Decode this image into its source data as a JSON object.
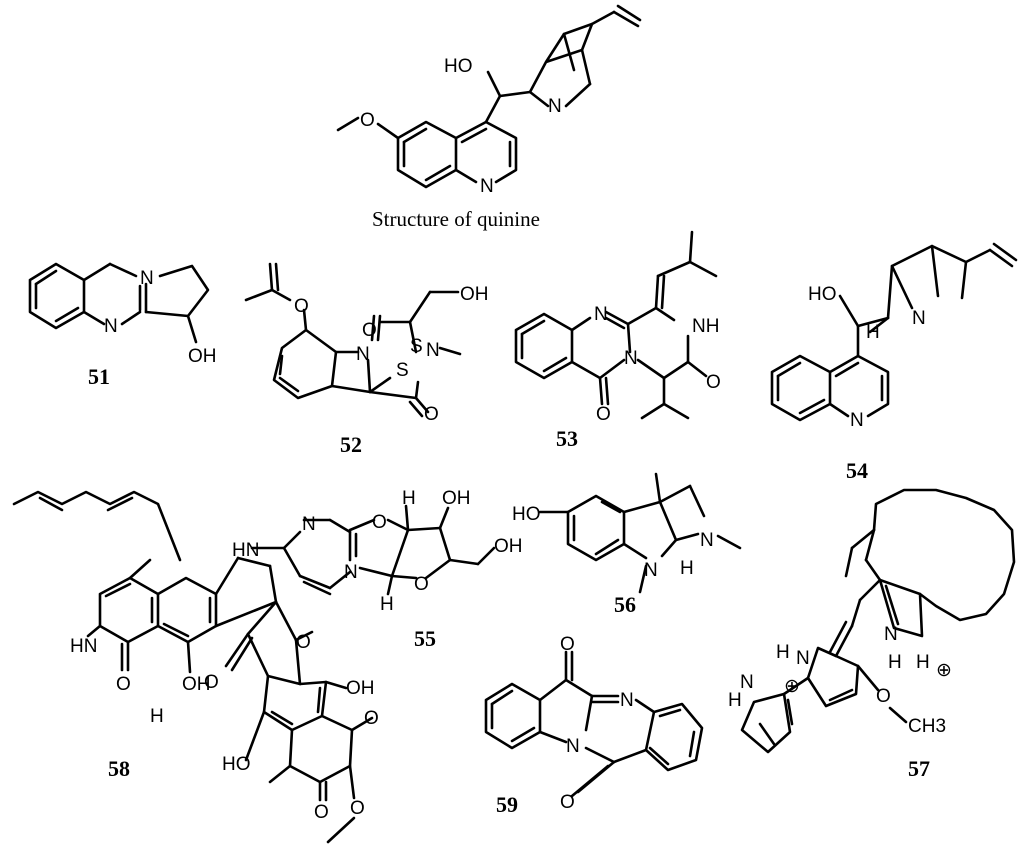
{
  "caption": "Structure of quinine",
  "compounds": [
    {
      "id": "51"
    },
    {
      "id": "52"
    },
    {
      "id": "53"
    },
    {
      "id": "54"
    },
    {
      "id": "55"
    },
    {
      "id": "56"
    },
    {
      "id": "57"
    },
    {
      "id": "58"
    },
    {
      "id": "59"
    }
  ],
  "atoms": {
    "ho": "HO",
    "oh": "OH",
    "n": "N",
    "nh": "NH",
    "hn": "HN",
    "o": "O",
    "s": "S",
    "h": "H",
    "ch3": "CH3",
    "plus": "⊕"
  }
}
